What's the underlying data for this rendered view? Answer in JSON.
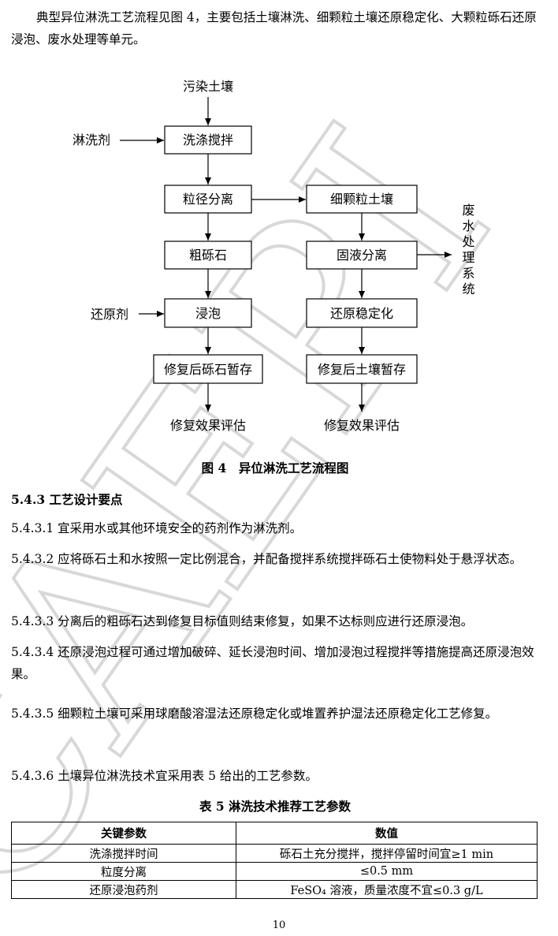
{
  "intro": "典型异位淋洗工艺流程见图 4，主要包括土壤淋洗、细颗粒土壤还原稳定化、大颗粒砾石还原浸泡、废水处理等单元。",
  "flowchart": {
    "input_top": "污染土壤",
    "input_washer": "淋洗剂",
    "box_wash": "洗涤搅拌",
    "box_separate": "粒径分离",
    "box_fine_soil": "细颗粒土壤",
    "box_coarse_gravel": "粗砾石",
    "box_solid_liquid": "固液分离",
    "wastewater": "废水处理系统",
    "input_reductant": "还原剂",
    "box_soak": "浸泡",
    "box_reduce_stabilize": "还原稳定化",
    "box_gravel_storage": "修复后砾石暂存",
    "box_soil_storage": "修复后土壤暂存",
    "out_left": "修复效果评估",
    "out_right": "修复效果评估"
  },
  "figure_caption": "图 4　异位淋洗工艺流程图",
  "section_heading": "5.4.3 工艺设计要点",
  "items": [
    "5.4.3.1 宜采用水或其他环境安全的药剂作为淋洗剂。",
    "5.4.3.2 应将砾石土和水按照一定比例混合，并配备搅拌系统搅拌砾石土使物料处于悬浮状态。",
    "5.4.3.3 分离后的粗砾石达到修复目标值则结束修复，如果不达标则应进行还原浸泡。",
    "5.4.3.4 还原浸泡过程可通过增加破碎、延长浸泡时间、增加浸泡过程搅拌等措施提高还原浸泡效果。",
    "5.4.3.5  细颗粒土壤可采用球磨酸溶湿法还原稳定化或堆置养护湿法还原稳定化工艺修复。",
    "5.4.3.6 土壤异位淋洗技术宜采用表 5 给出的工艺参数。"
  ],
  "table": {
    "caption": "表 5 淋洗技术推荐工艺参数",
    "headers": [
      "关键参数",
      "数值"
    ],
    "rows": [
      [
        "洗涤搅拌时间",
        "砾石土充分搅拌，搅拌停留时间宜≥1 min"
      ],
      [
        "粒度分离",
        "≤0.5 mm"
      ],
      [
        "还原浸泡药剂",
        "FeSO₄ 溶液，质量浓度不宜≤0.3 g/L"
      ]
    ]
  },
  "watermark": "CAEPI",
  "page_number": "10"
}
